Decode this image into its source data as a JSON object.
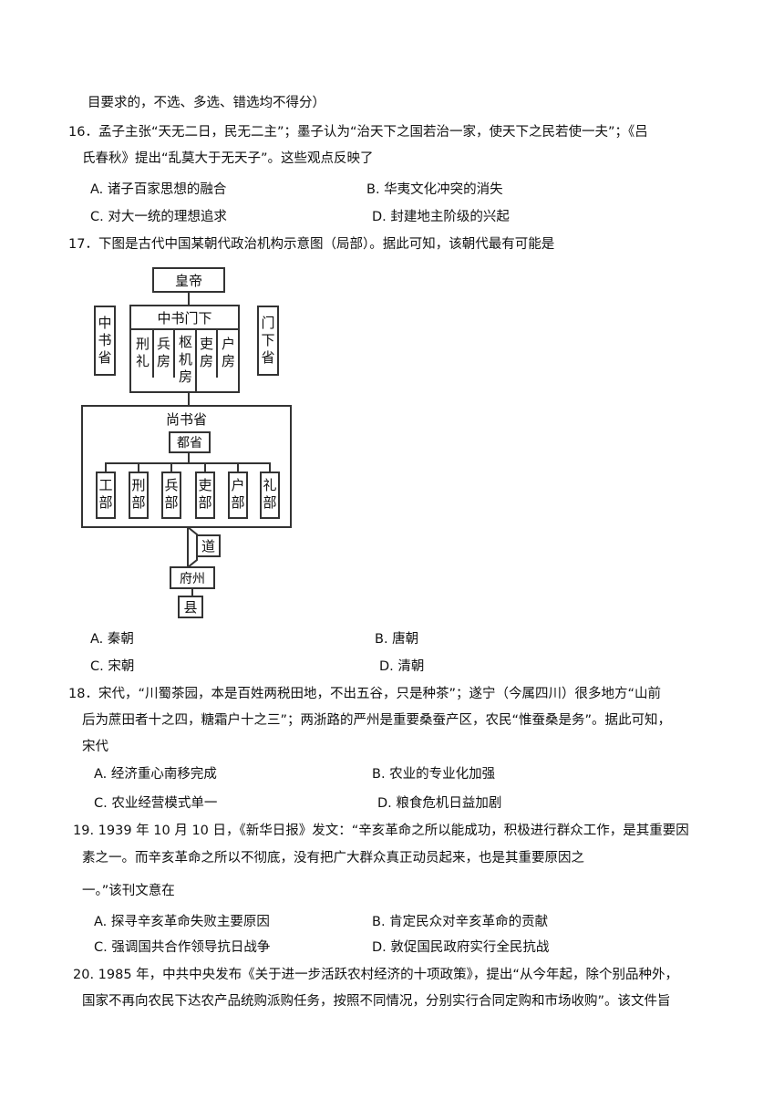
{
  "lines": {
    "intro": "目要求的，不选、多选、错选均不得分）",
    "q16_a": "16．孟子主张“天无二日，民无二主”；墨子认为“治天下之国若治一家，使天下之民若使一夫”；《吕",
    "q16_b": "氏春秋》提出“乱莫大于无天子”。这些观点反映了",
    "q16_A": "A. 诸子百家思想的融合",
    "q16_B": "B. 华夷文化冲突的消失",
    "q16_C": "C. 对大一统的理想追求",
    "q16_D": "D. 封建地主阶级的兴起",
    "q17_a": "17．下图是古代中国某朝代政治机构示意图（局部）。据此可知，该朝代最有可能是",
    "q17_A": "A. 秦朝",
    "q17_B": "B. 唐朝",
    "q17_C": "C. 宋朝",
    "q17_D": "D. 清朝",
    "q18_a": "18．宋代，“川蜀茶园，本是百姓两税田地，不出五谷，只是种茶”；遂宁（今属四川）很多地方“山前",
    "q18_b": "后为蔗田者十之四，糖霜户十之三”；两浙路的严州是重要桑蚕产区，农民“惟蚕桑是务”。据此可知，",
    "q18_c": "宋代",
    "q18_A": "A. 经济重心南移完成",
    "q18_B": "B. 农业的专业化加强",
    "q18_C": "C. 农业经营模式单一",
    "q18_D": "D. 粮食危机日益加剧",
    "q19_a": "19. 1939 年 10 月 10 日，《新华日报》发文：“辛亥革命之所以能成功，积极进行群众工作，是其重要因",
    "q19_b": "素之一。而辛亥革命之所以不彻底，没有把广大群众真正动员起来，也是其重要原因之",
    "q19_c": "一。”该刊文意在",
    "q19_A": "A. 探寻辛亥革命失败主要原因",
    "q19_B": "B. 肯定民众对辛亥革命的贡献",
    "q19_C": "C. 强调国共合作领导抗日战争",
    "q19_D": "D. 敦促国民政府实行全民抗战",
    "q20_a": "20. 1985 年，中共中央发布《关于进一步活跃农村经济的十项政策》，提出“从今年起，除个别品种外，",
    "q20_b": "国家不再向农民下达农产品统购派购任务，按照不同情况，分别实行合同定购和市场收购”。该文件旨"
  },
  "diagram": {
    "emperor": "皇帝",
    "zhongshu_menxia": "中书门下",
    "zhongshu_sheng": "中书省",
    "menxia_sheng": "门下省",
    "five_fang": [
      "刑礼",
      "兵房",
      "枢机房",
      "吏房",
      "户房"
    ],
    "shangshu_sheng": "尚书省",
    "dusheng": "都省",
    "six_bu": [
      "工部",
      "刑部",
      "兵部",
      "吏部",
      "户部",
      "礼部"
    ],
    "dao": "道",
    "fuzhou": "府州",
    "xian": "县"
  }
}
